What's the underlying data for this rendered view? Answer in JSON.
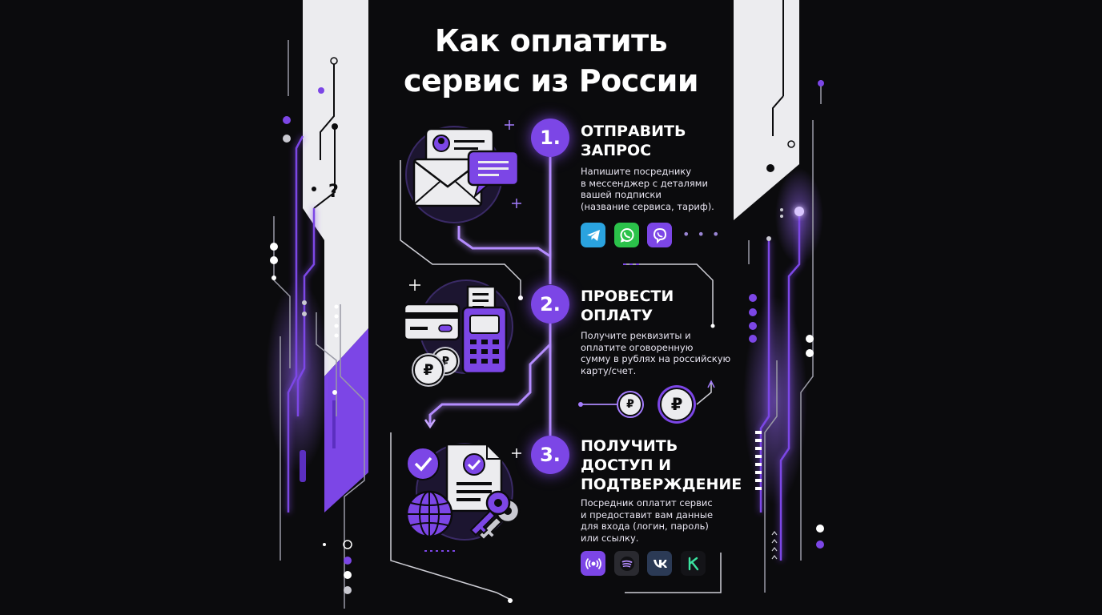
{
  "title": {
    "line1": "Как оплатить",
    "line2": "сервис из России"
  },
  "steps": [
    {
      "number": "1.",
      "title_lines": [
        "ОТПРАВИТЬ",
        "ЗАПРОС"
      ],
      "desc_lines": [
        "Напишите посреднику",
        "в мессенджер с деталями",
        "вашей подписки",
        "(название сервиса, тариф)."
      ],
      "icons": [
        "telegram-icon",
        "whatsapp-icon",
        "viber-icon"
      ],
      "more": "• • •"
    },
    {
      "number": "2.",
      "title_lines": [
        "ПРОВЕСТИ",
        "ОПЛАТУ"
      ],
      "desc_lines": [
        "Получите реквизиты и",
        "оплатите оговоренную",
        "сумму в рублях на российскую",
        "карту/счет."
      ],
      "coins": [
        "₽",
        "₽"
      ]
    },
    {
      "number": "3.",
      "title_lines": [
        "ПОЛУЧИТЬ",
        "ДОСТУП И",
        "ПОДТВЕРЖДЕНИЕ"
      ],
      "desc_lines": [
        "Посредник оплатит сервис",
        "и предоставит вам данные",
        "для входа (логин, пароль)",
        "или ссылку."
      ],
      "icons": [
        "podcast-icon",
        "spotify-icon",
        "vk-icon",
        "kinopoisk-icon"
      ]
    }
  ],
  "illustration": {
    "coin_symbol": "₽"
  },
  "colors": {
    "accent": "#7c46e6",
    "accent_light": "#a57cff",
    "background": "#0b0b0d",
    "panel_light": "#ececef",
    "glow": "#b48cff"
  }
}
